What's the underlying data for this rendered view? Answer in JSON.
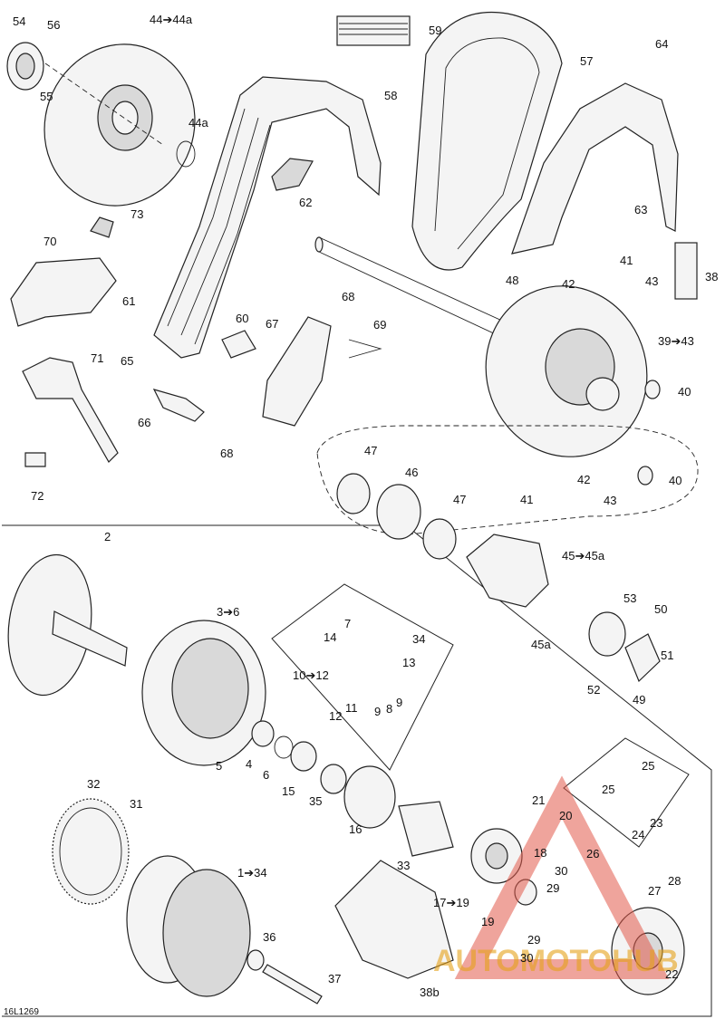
{
  "diagram_code": "16L1269",
  "watermark": {
    "text": "AUTOMOTOHUB",
    "color": "#e25a4a",
    "accent": "#e6a21a"
  },
  "labels": {
    "p54": "54",
    "p56": "56",
    "p55": "55",
    "p44_44a": "44➔44a",
    "p44a": "44a",
    "p59": "59",
    "p57": "57",
    "p64": "64",
    "p58": "58",
    "p62": "62",
    "p63": "63",
    "p73": "73",
    "p70": "70",
    "p41a": "41",
    "p38": "38",
    "p48": "48",
    "p42a": "42",
    "p43a": "43",
    "p68a": "68",
    "p61": "61",
    "p60": "60",
    "p67": "67",
    "p69": "69",
    "p39_43": "39➔43",
    "p71": "71",
    "p65": "65",
    "p66": "66",
    "p40a": "40",
    "p68b": "68",
    "p72": "72",
    "p47a": "47",
    "p46": "46",
    "p42b": "42",
    "p40b": "40",
    "p41b": "41",
    "p47b": "47",
    "p43b": "43",
    "p2": "2",
    "p45_45a": "45➔45a",
    "p53": "53",
    "p50": "50",
    "p3_6": "3➔6",
    "p7": "7",
    "p14": "14",
    "p34a": "34",
    "p13": "13",
    "p10_12": "10➔12",
    "p51": "51",
    "p45a": "45a",
    "p52": "52",
    "p49": "49",
    "p11": "11",
    "p12": "12",
    "p9a": "9",
    "p8": "8",
    "p9b": "9",
    "p5": "5",
    "p4": "4",
    "p6": "6",
    "p15": "15",
    "p35": "35",
    "p25a": "25",
    "p25b": "25",
    "p32": "32",
    "p31": "31",
    "p21": "21",
    "p20": "20",
    "p24": "24",
    "p23": "23",
    "p16": "16",
    "p18": "18",
    "p26": "26",
    "p1_34": "1➔34",
    "p33": "33",
    "p30a": "30",
    "p28": "28",
    "p29a": "29",
    "p27": "27",
    "p17_19": "17➔19",
    "p19": "19",
    "p29b": "29",
    "p36": "36",
    "p30b": "30",
    "p22": "22",
    "p37": "37",
    "p38b": "38b"
  }
}
